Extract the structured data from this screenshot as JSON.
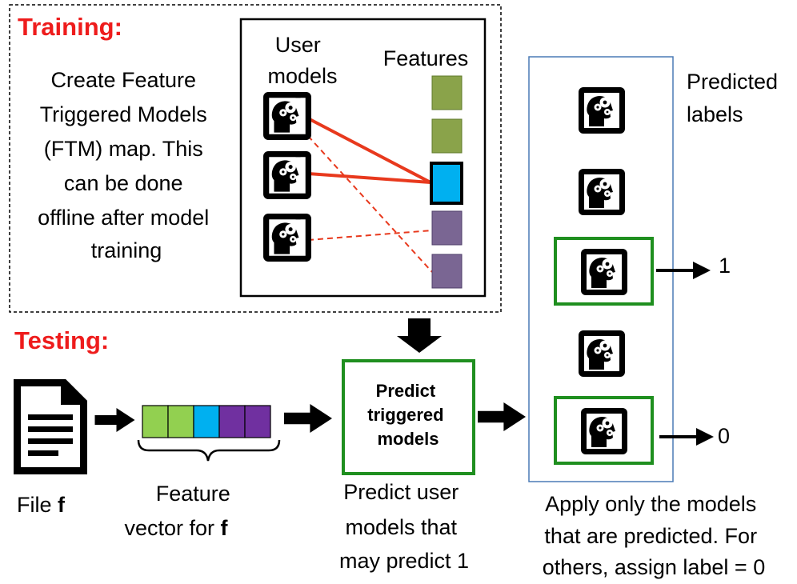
{
  "training": {
    "heading": "Training:",
    "description": [
      "Create Feature",
      "Triggered Models",
      "(FTM) map. This",
      "can be done",
      "offline after model",
      "training"
    ],
    "user_models_label": [
      "User",
      "models"
    ],
    "features_label": "Features"
  },
  "testing": {
    "heading": "Testing:",
    "file_label_prefix": "File ",
    "file_label_var": "f",
    "feature_vector_label_line1": "Feature",
    "feature_vector_label_prefix": "vector for ",
    "feature_vector_label_var": "f",
    "predict_box_label": [
      "Predict",
      "triggered",
      "models"
    ],
    "predict_caption": [
      "Predict user",
      "models that",
      "may predict 1"
    ],
    "predicted_labels_header": [
      "Predicted",
      "labels"
    ],
    "output_label_1": "1",
    "output_label_0": "0",
    "apply_caption": [
      "Apply only the models",
      "that are predicted. For",
      "others, assign label = 0"
    ]
  },
  "colors": {
    "heading_red": "#ee1c1c",
    "green_feature": "#92d050",
    "olive_feature": "#8aa34a",
    "cyan_feature": "#00b0f0",
    "purple_feature": "#7030a0",
    "muted_purple_feature": "#7a6693",
    "highlight_green": "#1f8f1f",
    "link_red": "#e8391d",
    "panel_blue": "#4a7ab5"
  },
  "icons": {
    "model": "head-with-gears-icon",
    "file": "document-icon",
    "arrow": "right-arrow-icon"
  }
}
